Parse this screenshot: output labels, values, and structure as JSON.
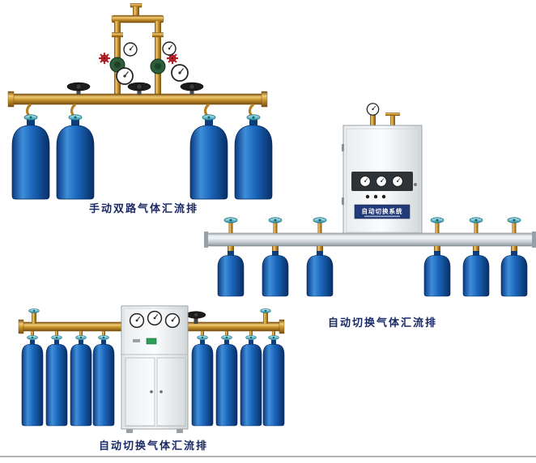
{
  "page": {
    "background": "#ffffff"
  },
  "figures": [
    {
      "id": "manual-dual",
      "caption": "手动双路气体汇流排"
    },
    {
      "id": "auto-switch-wall",
      "caption": "自动切换气体汇流排",
      "cabinet_label": "自动切换系统"
    },
    {
      "id": "auto-switch-floor",
      "caption": "自动切换气体汇流排"
    }
  ],
  "colors": {
    "brass": "#c9952f",
    "cylinder_blue": "#1a66bb",
    "valve_teal": "#3fb0c4",
    "cabinet": "#eef0f2",
    "caption_text": "#1a2a66"
  }
}
